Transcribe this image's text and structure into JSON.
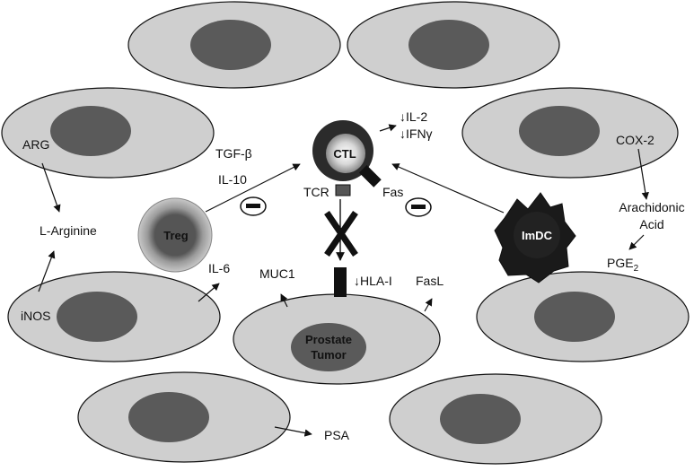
{
  "colors": {
    "cell_fill": "#cfcfcf",
    "nucleus_fill": "#5a5a5a",
    "outline": "#111111",
    "imdc_fill": "#1a1a1a"
  },
  "labels": {
    "arg": "ARG",
    "l_arginine": "L-Arginine",
    "inos": "iNOS",
    "tgf_beta": "TGF-β",
    "il_10": "IL-10",
    "il_6": "IL-6",
    "treg": "Treg",
    "ctl": "CTL",
    "il_2": "↓IL-2",
    "ifn_gamma": "↓IFNγ",
    "tcr": "TCR",
    "fas": "Fas",
    "hla_i": "↓HLA-I",
    "muc1": "MUC1",
    "fasl": "FasL",
    "prostate_tumor_line1": "Prostate",
    "prostate_tumor_line2": "Tumor",
    "psa": "PSA",
    "cox_2": "COX-2",
    "arachidonic_line1": "Arachidonic",
    "arachidonic_line2": "Acid",
    "pge": "PGE",
    "pge_sub": "2",
    "imdc": "ImDC",
    "inhibit_symbol": "−"
  }
}
